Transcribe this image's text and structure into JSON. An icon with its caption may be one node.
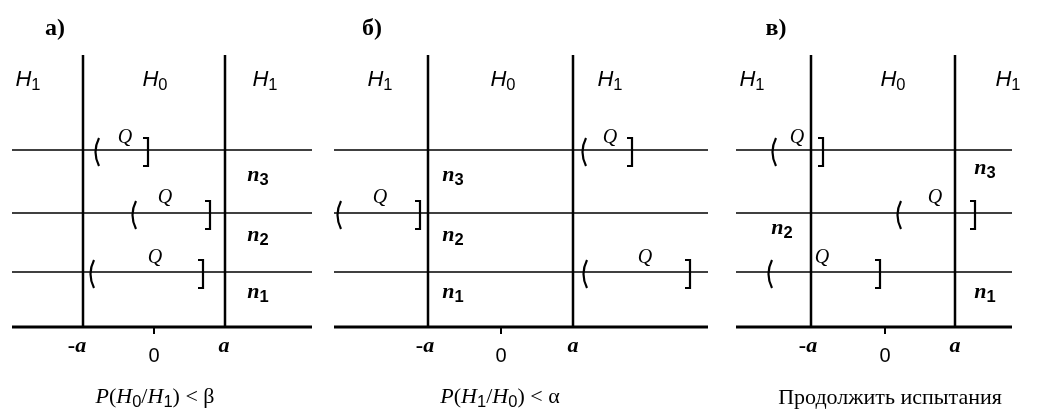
{
  "diagram": {
    "labels": [
      "а)",
      "*H*$_{1}$",
      "*H*$_{0}$",
      "*H*$_{1}$",
      "Q",
      "*n*$_{3}$",
      "Q",
      "*n*$_{2}$",
      "Q",
      "*n*$_{1}$",
      "-*a*",
      "0",
      "a",
      "*P*(*H*$_{0}$/*H*$_{1}$) < β",
      "б)",
      "*H*$_{1}$",
      "*H*$_{0}$",
      "*H*$_{1}$",
      "Q",
      "*n*$_{3}$",
      "Q",
      "*n*$_{2}$",
      "Q",
      "*n*$_{1}$",
      "-*a*",
      "0",
      "a",
      "*P*(*H*$_{1}$/*H*$_{0}$) < α",
      "в)",
      "*H*$_{1}$",
      "*H*$_{0}$",
      "*H*$_{1}$",
      "Q",
      "*n*$_{3}$",
      "Q",
      "*n*$_{2}$",
      "Q",
      "*n*$_{1}$",
      "-*a*",
      "0",
      "a",
      "Продолжить испытания"
    ]
  }
}
